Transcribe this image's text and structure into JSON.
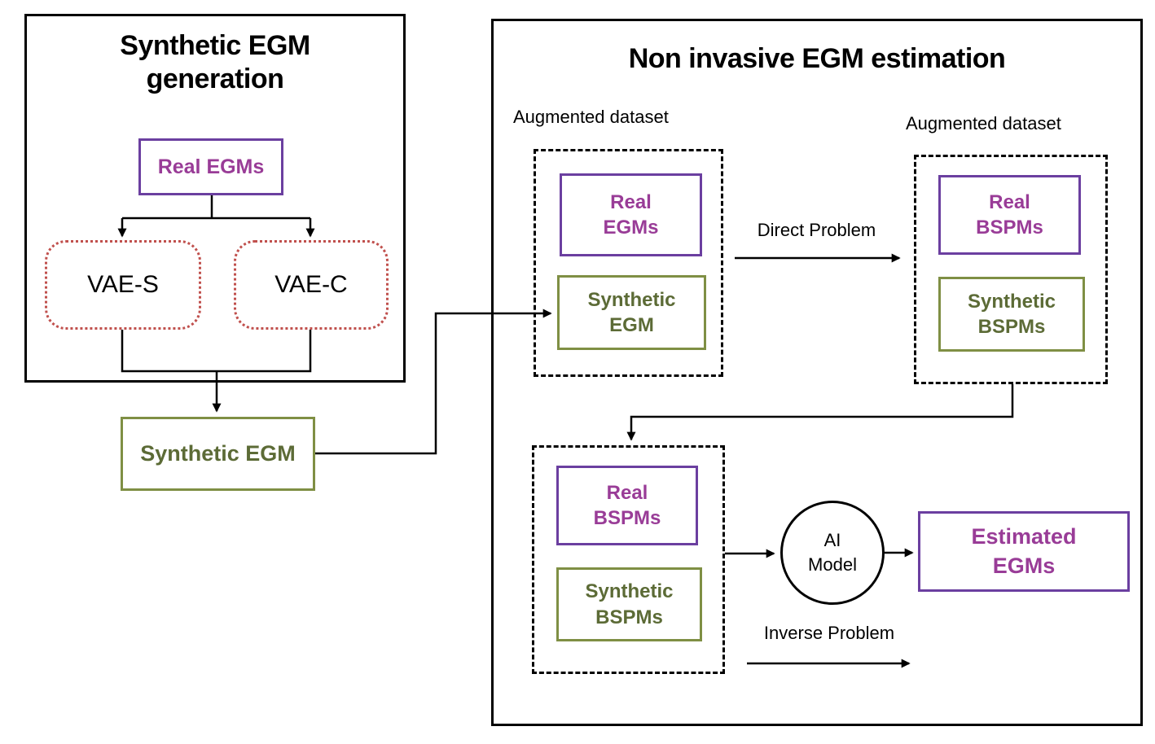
{
  "colors": {
    "purple_border": "#6b3fa0",
    "purple_text": "#993c97",
    "olive_border": "#7f8f44",
    "olive_text": "#5c6b36",
    "red_dotted_border": "#c0504d",
    "line_color": "#000000"
  },
  "left_panel": {
    "title": "Synthetic EGM\ngeneration",
    "real_egms": "Real EGMs",
    "vae_s": "VAE-S",
    "vae_c": "VAE-C",
    "synthetic_egm": "Synthetic EGM"
  },
  "right_panel": {
    "title": "Non invasive EGM estimation",
    "augmented_dataset_left": "Augmented dataset",
    "augmented_dataset_right": "Augmented dataset",
    "dataset_egm": {
      "real": "Real\nEGMs",
      "synthetic": "Synthetic\nEGM"
    },
    "dataset_bspm_top": {
      "real": "Real\nBSPMs",
      "synthetic": "Synthetic\nBSPMs"
    },
    "dataset_bspm_bottom": {
      "real": "Real\nBSPMs",
      "synthetic": "Synthetic\nBSPMs"
    },
    "direct_problem": "Direct Problem",
    "inverse_problem": "Inverse Problem",
    "ai_model": "AI\nModel",
    "estimated_egms": "Estimated\nEGMs"
  }
}
